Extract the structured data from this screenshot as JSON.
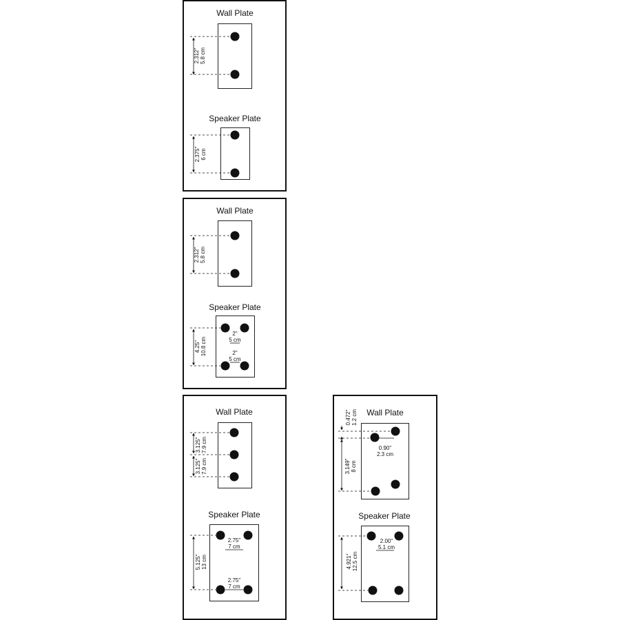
{
  "panels": [
    {
      "wall_title": "Wall Plate",
      "speaker_title": "Speaker Plate",
      "wall_dims": [
        {
          "in": "2.312\"",
          "cm": "5.8 cm"
        }
      ],
      "speaker_dims": [
        {
          "in": "2.375\"",
          "cm": "6 cm"
        }
      ],
      "speaker_hdims": []
    },
    {
      "wall_title": "Wall Plate",
      "speaker_title": "Speaker Plate",
      "wall_dims": [
        {
          "in": "2.312\"",
          "cm": "5.8 cm"
        }
      ],
      "speaker_dims": [
        {
          "in": "4.25\"",
          "cm": "10.8 cm"
        }
      ],
      "speaker_hdims": [
        {
          "in": "2\"",
          "cm": "5 cm"
        },
        {
          "in": "2\"",
          "cm": "5 cm"
        }
      ]
    },
    {
      "wall_title": "Wall Plate",
      "speaker_title": "Speaker Plate",
      "wall_dims": [
        {
          "in": "3.125\"",
          "cm": "7.9 cm"
        },
        {
          "in": "3.125\"",
          "cm": "7.9 cm"
        }
      ],
      "speaker_dims": [
        {
          "in": "5.125\"",
          "cm": "13 cm"
        }
      ],
      "speaker_hdims": [
        {
          "in": "2.75\"",
          "cm": "7 cm"
        },
        {
          "in": "2.75\"",
          "cm": "7 cm"
        }
      ]
    },
    {
      "wall_title": "Wall Plate",
      "speaker_title": "Speaker Plate",
      "wall_dims": [
        {
          "in": "0.472\"",
          "cm": "1.2 cm"
        },
        {
          "in": "3.149\"",
          "cm": "8 cm"
        }
      ],
      "wall_hdims": [
        {
          "in": "0.90\"",
          "cm": "2.3 cm"
        }
      ],
      "speaker_dims": [
        {
          "in": "4.921\"",
          "cm": "12.5 cm"
        }
      ],
      "speaker_hdims": [
        {
          "in": "2.00\"",
          "cm": "5.1 cm"
        }
      ]
    }
  ]
}
